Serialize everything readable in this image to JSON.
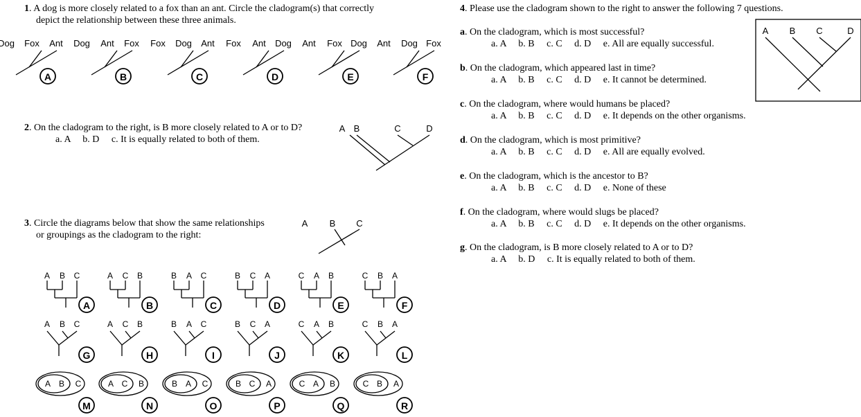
{
  "q1": {
    "num": "1",
    "line1": ". A dog is more closely related to a fox than an ant.  Circle the cladogram(s) that correctly",
    "line2": "depict the relationship between these three animals.",
    "trees": [
      {
        "labels": [
          "Dog",
          "Fox",
          "Ant"
        ],
        "letter": "A"
      },
      {
        "labels": [
          "Dog",
          "Ant",
          "Fox"
        ],
        "letter": "B"
      },
      {
        "labels": [
          "Fox",
          "Dog",
          "Ant"
        ],
        "letter": "C"
      },
      {
        "labels": [
          "Fox",
          "Ant",
          "Dog"
        ],
        "letter": "D"
      },
      {
        "labels": [
          "Ant",
          "Fox",
          "Dog"
        ],
        "letter": "E"
      },
      {
        "labels": [
          "Ant",
          "Dog",
          "Fox"
        ],
        "letter": "F"
      }
    ]
  },
  "q2": {
    "num": "2",
    "line1": ". On the cladogram to the right, is B more closely related to A or to D?",
    "line2": "a. A     b. D     c. It is equally related to both of them.",
    "labels": [
      "A",
      "B",
      "C",
      "D"
    ]
  },
  "q3": {
    "num": "3",
    "line1": ". Circle the diagrams below that show the same relationships",
    "line2": "or groupings as the cladogram to the right:",
    "ref_labels": [
      "A",
      "B",
      "C"
    ],
    "orders": [
      [
        "A",
        "B",
        "C"
      ],
      [
        "A",
        "C",
        "B"
      ],
      [
        "B",
        "A",
        "C"
      ],
      [
        "B",
        "C",
        "A"
      ],
      [
        "C",
        "A",
        "B"
      ],
      [
        "C",
        "B",
        "A"
      ]
    ],
    "row1_letters": [
      "A",
      "B",
      "C",
      "D",
      "E",
      "F"
    ],
    "row2_letters": [
      "G",
      "H",
      "I",
      "J",
      "K",
      "L"
    ],
    "row3_letters": [
      "M",
      "N",
      "O",
      "P",
      "Q",
      "R"
    ]
  },
  "q4": {
    "num": "4",
    "intro": ". Please use the cladogram shown to the right to answer the following 7 questions.",
    "labels": [
      "A",
      "B",
      "C",
      "D"
    ],
    "parts": [
      {
        "letter": "a",
        "q": ". On the cladogram, which is most successful?",
        "ans": "a. A     b. B     c. C     d. D     e. All are equally successful."
      },
      {
        "letter": "b",
        "q": ". On the cladogram, which appeared last in time?",
        "ans": "a. A     b. B     c. C     d. D     e. It cannot be determined."
      },
      {
        "letter": "c",
        "q": ". On the cladogram, where would humans be placed?",
        "ans": "a. A     b. B     c. C     d. D     e. It depends on the other organisms."
      },
      {
        "letter": "d",
        "q": ". On the cladogram, which is most primitive?",
        "ans": "a. A     b. B     c. C     d. D     e. All are equally evolved."
      },
      {
        "letter": "e",
        "q": ". On the cladogram, which is the ancestor to B?",
        "ans": "a. A     b. B     c. C     d. D     e. None of these"
      },
      {
        "letter": "f",
        "q": ". On the cladogram, where would slugs be placed?",
        "ans": "a. A     b. B     c. C     d. D     e. It depends on the other organisms."
      },
      {
        "letter": "g",
        "q": ". On the cladogram, is B more closely related to A or to D?",
        "ans": "a. A     b. D     c. It is equally related to both of them."
      }
    ]
  }
}
